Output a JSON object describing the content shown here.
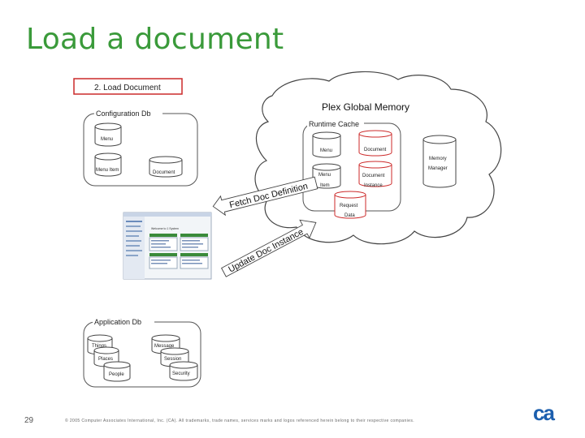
{
  "slide": {
    "title": "Load a document",
    "page_number": "29",
    "copyright": "© 2005 Computer Associates International, Inc. (CA). All trademarks, trade names, services marks and logos referenced herein belong to their respective companies.",
    "logo_text": "ca"
  },
  "diagram": {
    "step_label": "2. Load Document",
    "config_db": {
      "title": "Configuration Db",
      "items": [
        "Menu",
        "Menu Item",
        "Document"
      ]
    },
    "cloud": {
      "title": "Plex Global Memory",
      "cache_title": "Runtime Cache",
      "cache_items": [
        "Menu",
        "Document",
        "Menu",
        "Document"
      ],
      "cache_sub": [
        "Item",
        "Instance"
      ],
      "request_data": [
        "Request",
        "Data"
      ],
      "memory_manager": [
        "Memory",
        "Manager"
      ]
    },
    "arrows": {
      "fetch": "Fetch Doc Definition",
      "update": "Update Doc Instance"
    },
    "app_window": {
      "heading": "Welcome to 1 System"
    },
    "app_db": {
      "title": "Application Db",
      "items": [
        "Things",
        "Places",
        "People",
        "Message",
        "Session",
        "Security"
      ]
    }
  },
  "colors": {
    "title_green": "#3a9a3a",
    "highlight_red": "#cc2a2a",
    "line_gray": "#555555",
    "logo_blue": "#1c5fae"
  }
}
